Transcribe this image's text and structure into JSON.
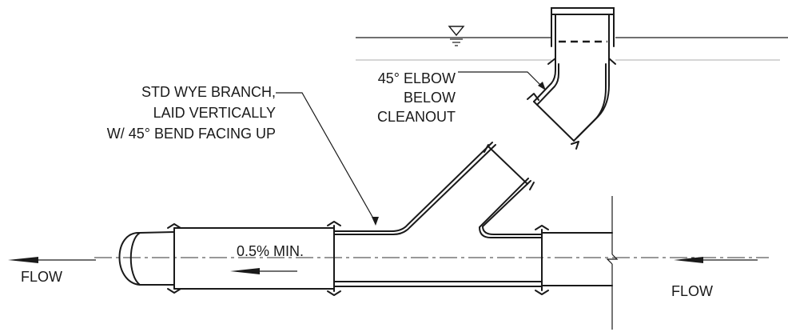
{
  "labels": {
    "wye_line1": "STD WYE BRANCH,",
    "wye_line2": "LAID VERTICALLY",
    "wye_line3": "W/ 45° BEND FACING UP",
    "elbow_line1": "45°  ELBOW",
    "elbow_line2": "BELOW",
    "elbow_line3": "CLEANOUT",
    "slope": "0.5% MIN.",
    "flow_left": "FLOW",
    "flow_right": "FLOW"
  },
  "colors": {
    "ink": "#1a1a1a",
    "grade_line": "#bdbdbd"
  }
}
